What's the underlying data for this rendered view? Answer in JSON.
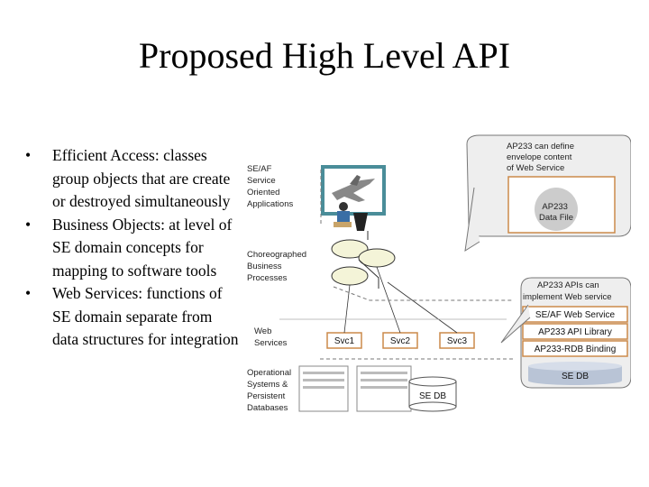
{
  "title": "Proposed High Level API",
  "bullets": [
    "Efficient Access: classes group objects that are create or destroyed simultaneously",
    "Business Objects: at level of SE domain concepts for mapping to software tools",
    "Web Services: functions of SE domain separate from data structures for integration"
  ],
  "bullet_glyph": "•",
  "diagram": {
    "labels": {
      "se_af": [
        "SE/AF",
        "Service",
        "Oriented",
        "Applications"
      ],
      "choreographed": [
        "Choreographed",
        "Business",
        "Processes"
      ],
      "web_services": [
        "Web",
        "Services"
      ],
      "operational": [
        "Operational",
        "Systems &",
        "Persistent",
        "Databases"
      ]
    },
    "callout_top": [
      "AP233 can define",
      "envelope content",
      "of Web Service"
    ],
    "data_file": [
      "AP233",
      "Data File"
    ],
    "callout_bottom": [
      "AP233 APIs can",
      "implement  Web service"
    ],
    "stack": [
      "SE/AF Web Service",
      "AP233 API Library",
      "AP233-RDB Binding"
    ],
    "se_db": "SE DB",
    "services": [
      "Svc1",
      "Svc2",
      "Svc3"
    ],
    "colors": {
      "accent_box": "#cc8a4a",
      "callout_fill": "#eeeeee",
      "cylinder": "#b9c4d6",
      "ellipse_fill": "#f4f4d8"
    }
  }
}
